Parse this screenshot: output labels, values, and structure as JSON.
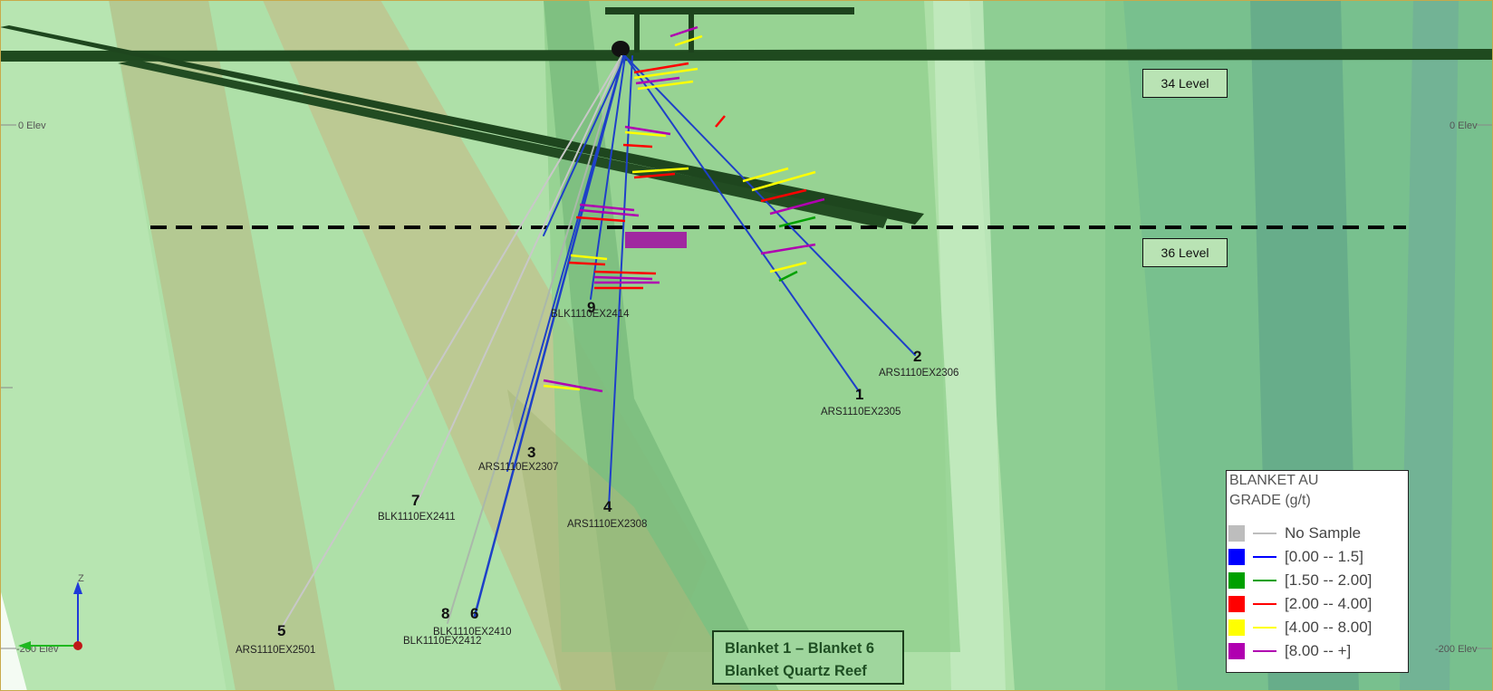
{
  "levels": {
    "level34": "34 Level",
    "level36": "36 Level"
  },
  "elevations": {
    "zero_left": "0 Elev",
    "zero_right": "0 Elev",
    "m200_left": "-200 Elev",
    "m200_right": "-200 Elev"
  },
  "holes": [
    {
      "num": "1",
      "name": "ARS1110EX2305"
    },
    {
      "num": "2",
      "name": "ARS1110EX2306"
    },
    {
      "num": "3",
      "name": "ARS1110EX2307"
    },
    {
      "num": "4",
      "name": "ARS1110EX2308"
    },
    {
      "num": "5",
      "name": "ARS1110EX2501"
    },
    {
      "num": "6",
      "name": "BLK1110EX2410"
    },
    {
      "num": "7",
      "name": "BLK1110EX2411"
    },
    {
      "num": "8",
      "name": "BLK1110EX2412"
    },
    {
      "num": "9",
      "name": "BLK1110EX2414"
    }
  ],
  "title": {
    "line1": "Blanket 1 – Blanket 6",
    "line2": "Blanket Quartz Reef"
  },
  "legend": {
    "title_line1": "BLANKET AU",
    "title_line2": "GRADE (g/t)",
    "items": [
      {
        "label": "No Sample",
        "color": "#bdbdbd"
      },
      {
        "label": "[0.00 -- 1.5]",
        "color": "#0000ff"
      },
      {
        "label": "[1.50 -- 2.00]",
        "color": "#00a000"
      },
      {
        "label": "[2.00 -- 4.00]",
        "color": "#ff0000"
      },
      {
        "label": "[4.00 -- 8.00]",
        "color": "#ffff00"
      },
      {
        "label": "[8.00 -- +]",
        "color": "#b000b0"
      }
    ]
  },
  "axis": {
    "z_label": "Z"
  }
}
